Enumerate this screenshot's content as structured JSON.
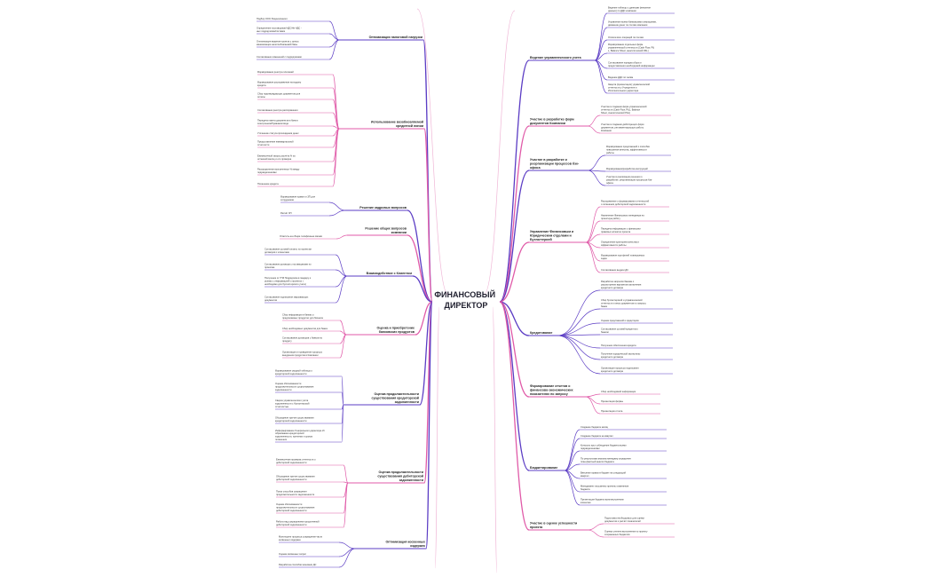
{
  "title_lines": [
    "ФИНАНСОВЫЙ",
    "ДИРЕКТОР"
  ],
  "colors": {
    "purple": "#5b3cc4",
    "pink": "#e05aa8",
    "light_pink": "#f0b6d6",
    "node_text": "#222222"
  },
  "left_branches": [
    {
      "label": [
        "Оптимизация налоговой нагрузки"
      ],
      "leaves": [
        [
          "Подбор ООО Лицензионного"
        ],
        [
          "Определение поставщиков НДС/Не НДС -",
          "ных подрядчиков/поставок"
        ],
        [
          "Оптимизация ведения проекта с целью",
          "минимизации налогооблагаемой базы"
        ],
        [
          "Согласование изменений с подрядчиками"
        ]
      ]
    },
    {
      "label": [
        "Использование возобновляемой",
        "кредитной линии"
      ],
      "leaves": [
        [
          "Формирование реестра платежей"
        ],
        [
          "Формирование распоряжения на выдачу",
          "кредита"
        ],
        [
          "Сбор подтверждающих документов для",
          "оплаты"
        ],
        [
          "Согласование реестра распоряжения"
        ],
        [
          "Передача пакета документов в банк в",
          "электронном/бумажном виде"
        ],
        [
          "Уточнение статуса прохождения денег"
        ],
        [
          "Предоставление ежеквартальной",
          "отчетности"
        ],
        [
          "Ежемесячный запрос расчёта % за",
          "истекший месяц и его проверка"
        ],
        [
          "Распределение выплаченных % между",
          "подразделениями"
        ],
        [
          "Погашение кредита"
        ]
      ]
    },
    {
      "label": [
        "Решение кадровых вопросов"
      ],
      "leaves": [
        [
          "Формирование правил и ЗП для",
          "сотрудников"
        ],
        [
          "Расчёт ЗП"
        ]
      ]
    },
    {
      "label": [
        "Решение общих вопросов",
        "компании"
      ],
      "leaves": [
        [
          "Ответить на общие телефонные звонки"
        ]
      ]
    },
    {
      "label": [
        "Взаимодействие с Клиентом"
      ],
      "leaves": [
        [
          "Согласование условий оплаты по проектам",
          "договоров с клиентами"
        ],
        [
          "Согласование договора с поставщиками по",
          "проектам"
        ],
        [
          "Получение от ГПЗ Подрядчика в пандеру и",
          "рынках с информацией о проектах (",
          "необходимо для бухгалтерского учета)"
        ],
        [
          "Согласование подписания закрывающих",
          "документов"
        ]
      ]
    },
    {
      "label": [
        "Оценка и приобретение",
        "банковских продуктов"
      ],
      "leaves": [
        [
          "Сбор информации в банках о",
          "предлагаемых продуктах для бизнеса"
        ],
        [
          "Сбор необходимых документов для банка"
        ],
        [
          "Согласование договоров с банком по",
          "продукту"
        ],
        [
          "Организация и проведение процесса",
          "внедрения продуктов в Компании"
        ]
      ]
    },
    {
      "label": [
        "Оценка продолжительности",
        "существования кредиторской",
        "задолженности"
      ],
      "leaves": [
        [
          "Формирование сводной таблицы о",
          "кредиторской задолженности"
        ],
        [
          "Оценка обоснованности",
          "продолжительности существования",
          "задолженности"
        ],
        [
          "Сверка управленческого учёта",
          "задолженности с бухгалтерской",
          "отчетностью"
        ],
        [
          "Обсуждение причин существования",
          "кредиторской задолженности"
        ],
        [
          "Информирование Генерального директора об",
          "образовании кредиторской",
          "задолженности, причинах и сроках",
          "погашения"
        ]
      ]
    },
    {
      "label": [
        "Оценка продолжительности",
        "существования дебиторской",
        "задолженности"
      ],
      "leaves": [
        [
          "Ежемесячная проверка отчетности о",
          "дебиторской задолженности"
        ],
        [
          "Обсуждение причин существования",
          "дебиторской задолженности"
        ],
        [
          "Поиск способов сокращения",
          "продолжительности задолженности"
        ],
        [
          "Оценка обоснованности",
          "продолжительности существования",
          "дебиторской задолженности"
        ],
        [
          "Работа над сокращением просроченной",
          "дебиторской задолженности"
        ]
      ]
    },
    {
      "label": [
        "Оптимизация косвенных",
        "издержек"
      ],
      "leaves": [
        [
          "Мониторинг процесса сокращения части",
          "косвенных издержек"
        ],
        [
          "Оценка косвенных затрат"
        ],
        [
          "Разработка способов экономии ДС"
        ]
      ]
    }
  ],
  "right_branches": [
    {
      "label": [
        "Ведение управленческого учета"
      ],
      "leaves": [
        [
          "Ведение таблицы с данными (внесение",
          "данных) по ДДС компании"
        ],
        [
          "Управление всеми банковскими операциями,",
          "движение денег по счетам компании"
        ],
        [
          "Оплата всех операций по счетам"
        ],
        [
          "Формирование отдельных форм",
          "управленческой отчетности (Cash Flow, P&",
          "L, Balance Sheet, аналитический P&L)"
        ],
        [
          "Согласование порядка сбора и",
          "предоставления необходимой информации"
        ],
        [
          "Ведение ДДС по часам"
        ],
        [
          "Защита (презентация) управленческой",
          "отчетности у Учредителя и",
          "Исполнительного директора"
        ]
      ]
    },
    {
      "label": [
        "Участие в разработке форм",
        "документов Компании"
      ],
      "leaves": [
        [
          "Участие в создании форм управленческой",
          "отчетности (Cash Flow, P&L, Balance",
          "Sheet, Аналитический P&L)"
        ],
        [
          "Участие в создании действующих форм",
          "документов, регламентирующих работу",
          "Компании"
        ]
      ]
    },
    {
      "label": [
        "Участие в разработке и",
        "реорганизации процессов бэк-",
        "офиса"
      ],
      "leaves": [
        [
          "Формирование предложений о способах",
          "повышения качества, эффективности",
          "работы"
        ],
        [
          "Формирование/разработка инструкций"
        ],
        [
          "Участие в реализации решения о",
          "разработке, реорганизации процессов бэк-",
          "офиса"
        ]
      ]
    },
    {
      "label": [
        "Управление Финансовым и",
        "Юридическим отделами и",
        "Бухгалтерией"
      ],
      "leaves": [
        [
          "Распоряжение о формировании отчетностей",
          "о погашении дебиторской задолженности"
        ],
        [
          "Назначение Финансового менеджера на",
          "проектную работу"
        ],
        [
          "Передача информации о финансово-",
          "правовых аспектах проекта"
        ],
        [
          "Определение критериев качества и",
          "эффективности работы"
        ],
        [
          "Формирование портфелей планируемых",
          "задач"
        ],
        [
          "Согласование выдачи ДС"
        ]
      ]
    },
    {
      "label": [
        "Кредитование"
      ],
      "leaves": [
        [
          "Разработка запросов банкам о",
          "рассмотрении вариантов заключения",
          "кредитного договора"
        ],
        [
          "Сбор бухгалтерской и управленческой",
          "отчетности и иных документов по запросу",
          "банка"
        ],
        [
          "Оценка предложений и кредиторов"
        ],
        [
          "Согласование условий кредитного",
          "банком"
        ],
        [
          "Получение обеспечения кредита"
        ],
        [
          "Получение юридической экспертизы",
          "кредитного договора"
        ],
        [
          "Организация процесса подписания",
          "кредитного договора"
        ]
      ]
    },
    {
      "label": [
        "Формирование отчетов о",
        "финансово-экономических",
        "показателях по запросу"
      ],
      "leaves": [
        [
          "Сбор необходимой информации"
        ],
        [
          "Презентация формы"
        ],
        [
          "Презентация отчета"
        ]
      ]
    },
    {
      "label": [
        "Бюджетирование"
      ],
      "leaves": [
        [
          "Создание бюджета месяц"
        ],
        [
          "Создание бюджета на квартал"
        ],
        [
          "Контроль круг соблюдения бюджета всеми",
          "подразделениями"
        ],
        [
          "По результатам анализа менеджер определяет",
          "план-фактный анализ бюджета"
        ],
        [
          "Внесение правок в бюджет на следующий",
          "квартал"
        ],
        [
          "Менеджмент письменно причины изменения",
          "бюджета"
        ],
        [
          "Презентация бюджета всем внутренним",
          "клиентам"
        ]
      ]
    },
    {
      "label": [
        "Участие в оценке успешности",
        "проекта"
      ],
      "leaves": [
        [
          "Подготовка необходимых для оценки",
          "документов и расчёт показателей"
        ],
        [
          "Оценка степени выполнения по проекту",
          "сохраненных бюджетов"
        ]
      ]
    }
  ]
}
